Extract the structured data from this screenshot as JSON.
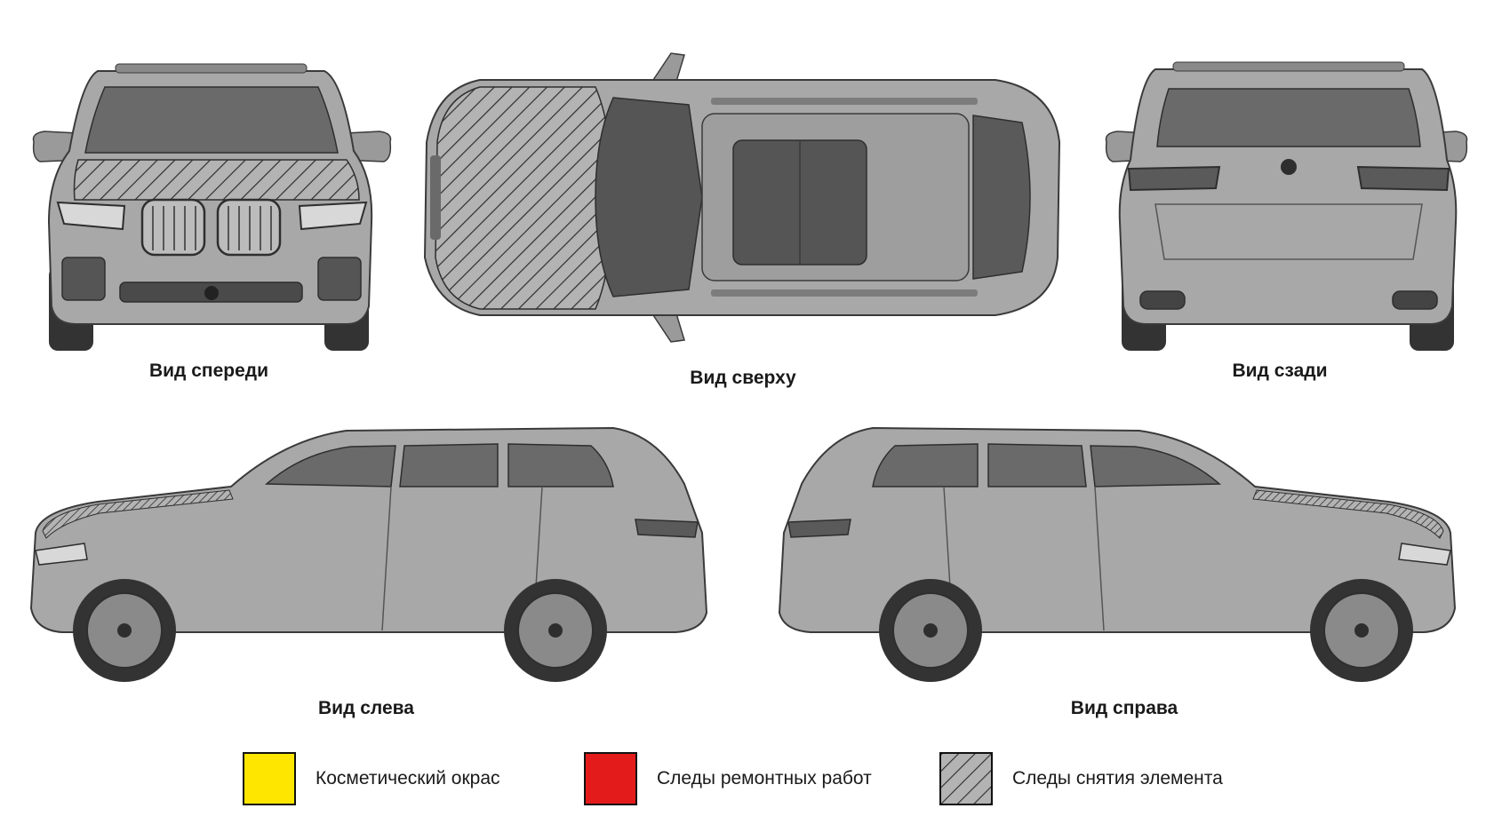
{
  "views": {
    "front": "Вид спереди",
    "top": "Вид сверху",
    "rear": "Вид сзади",
    "left": "Вид слева",
    "right": "Вид справа"
  },
  "legend": [
    {
      "label": "Косметический окрас",
      "color": "#ffe600",
      "pattern": "solid"
    },
    {
      "label": "Следы ремонтных работ",
      "color": "#e31b1b",
      "pattern": "solid"
    },
    {
      "label": "Следы снятия элемента",
      "color": "#9a9a9a",
      "pattern": "diagonal-hatch"
    }
  ],
  "marked_elements": [
    {
      "element": "hood",
      "status": "Следы снятия элемента",
      "visible_in": [
        "Вид спереди",
        "Вид сверху",
        "Вид слева",
        "Вид справа"
      ]
    }
  ],
  "colors": {
    "body": "#a8a8a8",
    "body_dark": "#7c7c7c",
    "glass": "#6a6a6a",
    "tire": "#333333",
    "outline": "#3a3a3a"
  }
}
